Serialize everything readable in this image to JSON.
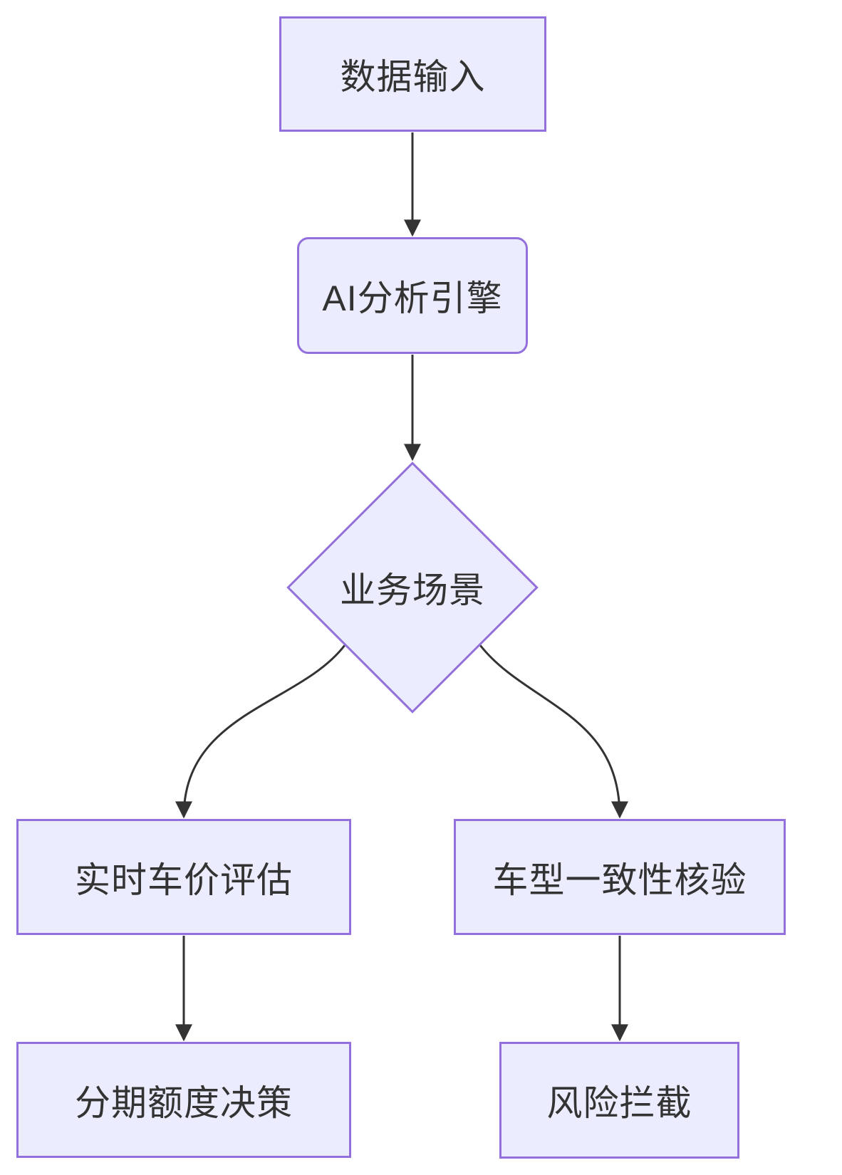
{
  "diagram": {
    "type": "flowchart",
    "direction": "top-down",
    "nodes": [
      {
        "id": "input",
        "label": "数据输入",
        "shape": "rectangle"
      },
      {
        "id": "engine",
        "label": "AI分析引擎",
        "shape": "rounded-rectangle"
      },
      {
        "id": "scene",
        "label": "业务场景",
        "shape": "diamond"
      },
      {
        "id": "price",
        "label": "实时车价评估",
        "shape": "rectangle"
      },
      {
        "id": "model",
        "label": "车型一致性核验",
        "shape": "rectangle"
      },
      {
        "id": "quota",
        "label": "分期额度决策",
        "shape": "rectangle"
      },
      {
        "id": "risk",
        "label": "风险拦截",
        "shape": "rectangle"
      }
    ],
    "edges": [
      {
        "from": "input",
        "to": "engine",
        "label": ""
      },
      {
        "from": "engine",
        "to": "scene",
        "label": ""
      },
      {
        "from": "scene",
        "to": "price",
        "label": ""
      },
      {
        "from": "scene",
        "to": "model",
        "label": ""
      },
      {
        "from": "price",
        "to": "quota",
        "label": ""
      },
      {
        "from": "model",
        "to": "risk",
        "label": ""
      }
    ],
    "colors": {
      "node_fill": "#ECECFF",
      "node_border": "#9370DB",
      "edge_line": "#333333",
      "text": "#333333",
      "background": "#FFFFFF"
    }
  }
}
